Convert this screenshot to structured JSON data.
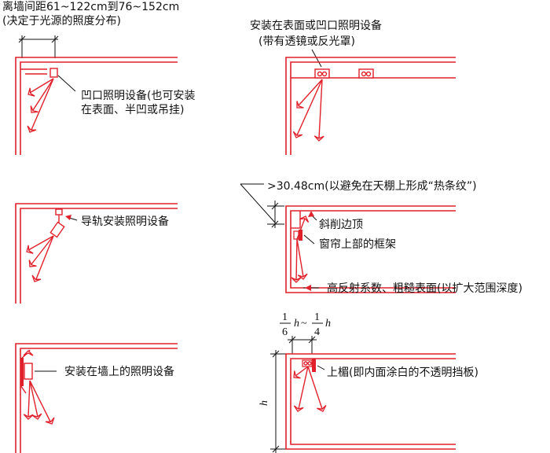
{
  "colors": {
    "lines": "#e0202a",
    "text": "#111111",
    "background": "#ffffff"
  },
  "panel_a": {
    "top_line1": "离墙间距61~122cm到76~152cm",
    "top_line2": "(决定于光源的照度分布)",
    "label_line1": "凹口照明设备(也可安装",
    "label_line2": "在表面、半凹或吊挂)"
  },
  "panel_b": {
    "label": "导轨安装照明设备"
  },
  "panel_c": {
    "label": "安装在墙上的照明设备"
  },
  "panel_d": {
    "label_line1": "安装在表面或凹口照明设备",
    "label_line2": "(带有透镜或反光罩)"
  },
  "panel_e": {
    "top_label": ">30.48cm(以避免在天棚上形成“热条纹”)",
    "label_1": "斜削边顶",
    "label_2": "窗帘上部的框架",
    "label_3": "高反射系数、粗糙表面(以扩大范围深度)"
  },
  "panel_f": {
    "frac1_num": "1",
    "frac1_den": "6",
    "var_h1": "h",
    "tilde": "~",
    "frac2_num": "1",
    "frac2_den": "4",
    "var_h2": "h",
    "height_var": "h",
    "label": "上楣(即内面涂白的不透明挡板)"
  }
}
